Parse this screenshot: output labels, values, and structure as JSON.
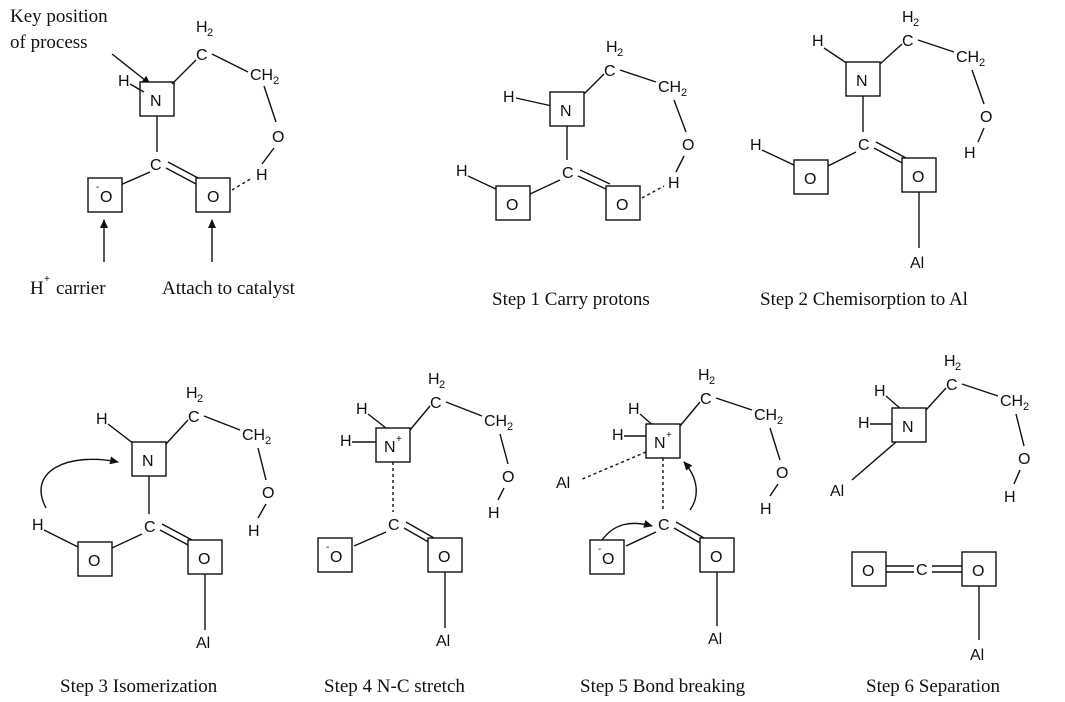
{
  "atoms": {
    "N": "N",
    "O": "O",
    "H": "H",
    "C": "C",
    "Al": "Al",
    "H2": "H",
    "sub2": "2",
    "CH": "CH",
    "minus": "-",
    "plus": "+"
  },
  "annotations": {
    "key_position": "Key position",
    "of_process": "of process",
    "h_carrier_h": "H",
    "h_carrier_sup": "+",
    "h_carrier_text": "carrier",
    "attach": "Attach to catalyst"
  },
  "captions": {
    "step1": "Step 1 Carry protons",
    "step2": "Step 2 Chemisorption to Al",
    "step3": "Step 3 Isomerization",
    "step4": "Step 4 N-C stretch",
    "step5": "Step 5 Bond breaking",
    "step6": "Step 6 Separation"
  }
}
